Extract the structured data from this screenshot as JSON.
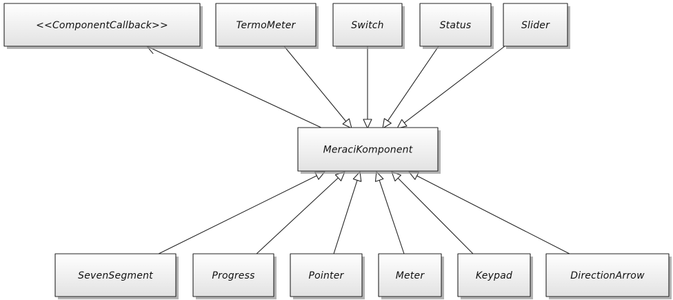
{
  "diagram": {
    "type": "class-dependency",
    "nodes": [
      {
        "id": "component-callback",
        "label": "<<ComponentCallback>>"
      },
      {
        "id": "termometer",
        "label": "TermoMeter"
      },
      {
        "id": "switch",
        "label": "Switch"
      },
      {
        "id": "status",
        "label": "Status"
      },
      {
        "id": "slider",
        "label": "Slider"
      },
      {
        "id": "meraci-komponent",
        "label": "MeraciKomponent"
      },
      {
        "id": "seven-segment",
        "label": "SevenSegment"
      },
      {
        "id": "progress",
        "label": "Progress"
      },
      {
        "id": "pointer",
        "label": "Pointer"
      },
      {
        "id": "meter",
        "label": "Meter"
      },
      {
        "id": "keypad",
        "label": "Keypad"
      },
      {
        "id": "direction-arrow",
        "label": "DirectionArrow"
      }
    ],
    "edges": [
      {
        "from": "meraci-komponent",
        "to": "component-callback",
        "arrow": "open"
      },
      {
        "from": "termometer",
        "to": "meraci-komponent",
        "arrow": "hollow-triangle"
      },
      {
        "from": "switch",
        "to": "meraci-komponent",
        "arrow": "hollow-triangle"
      },
      {
        "from": "status",
        "to": "meraci-komponent",
        "arrow": "hollow-triangle"
      },
      {
        "from": "slider",
        "to": "meraci-komponent",
        "arrow": "hollow-triangle"
      },
      {
        "from": "seven-segment",
        "to": "meraci-komponent",
        "arrow": "hollow-triangle"
      },
      {
        "from": "progress",
        "to": "meraci-komponent",
        "arrow": "hollow-triangle"
      },
      {
        "from": "pointer",
        "to": "meraci-komponent",
        "arrow": "hollow-triangle"
      },
      {
        "from": "meter",
        "to": "meraci-komponent",
        "arrow": "hollow-triangle"
      },
      {
        "from": "keypad",
        "to": "meraci-komponent",
        "arrow": "hollow-triangle"
      },
      {
        "from": "direction-arrow",
        "to": "meraci-komponent",
        "arrow": "hollow-triangle"
      }
    ]
  }
}
